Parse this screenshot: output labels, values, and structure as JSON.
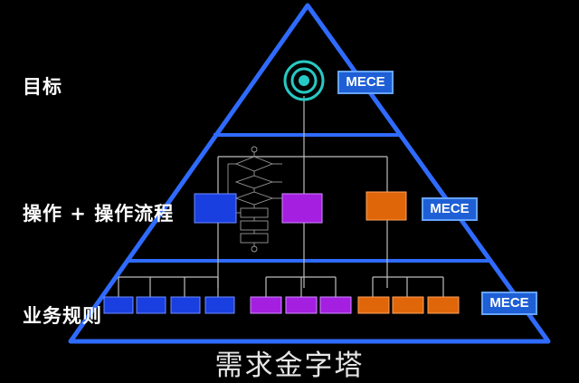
{
  "levels": [
    {
      "label": "目标",
      "badge": "MECE"
    },
    {
      "label": "操作 + 操作流程",
      "badge": "MECE"
    },
    {
      "label": "业务规则",
      "badge": "MECE"
    }
  ],
  "caption": "需求金字塔",
  "colors": {
    "pyramid_outline": "#2f6bff",
    "blue_block": "#1a3fe0",
    "purple_block": "#a51fe0",
    "orange_block": "#e0660a",
    "badge": "#1e5fd6",
    "target_ring": "#27c9c4",
    "connector": "#bdbdbd"
  }
}
